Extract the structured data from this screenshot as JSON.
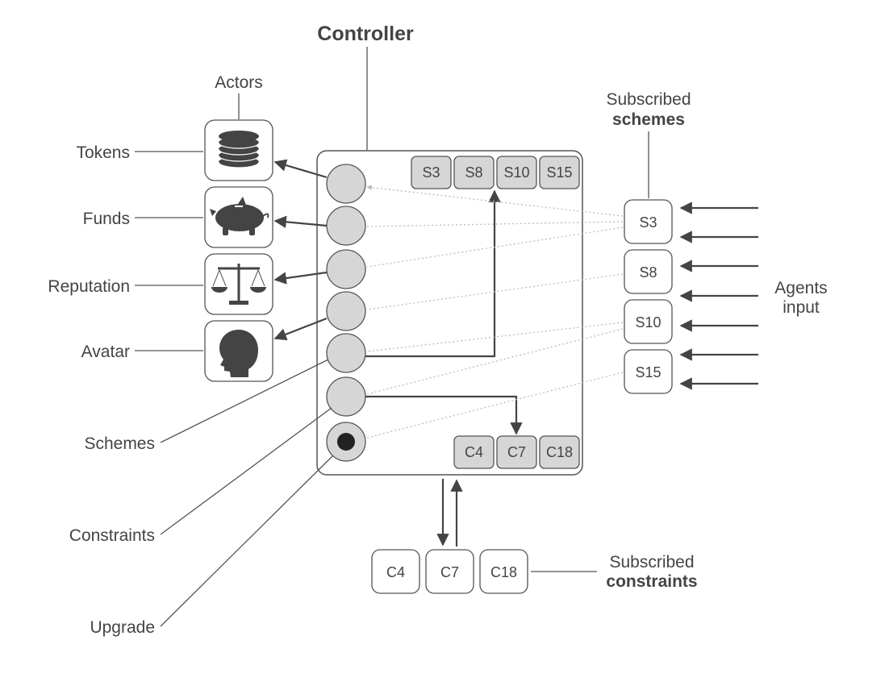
{
  "title": "Controller",
  "actors_label": "Actors",
  "actors": [
    {
      "label": "Tokens",
      "icon": "coins-stack-icon"
    },
    {
      "label": "Funds",
      "icon": "piggy-bank-icon"
    },
    {
      "label": "Reputation",
      "icon": "scales-icon"
    },
    {
      "label": "Avatar",
      "icon": "head-silhouette-icon"
    }
  ],
  "left_labels": {
    "schemes": "Schemes",
    "constraints": "Constraints",
    "upgrade": "Upgrade"
  },
  "controller_schemes": [
    "S3",
    "S8",
    "S10",
    "S15"
  ],
  "controller_constraints": [
    "C4",
    "C7",
    "C18"
  ],
  "subscribed_schemes": {
    "line1": "Subscribed",
    "line2": "schemes",
    "items": [
      "S3",
      "S8",
      "S10",
      "S15"
    ]
  },
  "agents_input": {
    "line1": "Agents",
    "line2": "input"
  },
  "subscribed_constraints": {
    "line1": "Subscribed",
    "line2": "constraints",
    "items": [
      "C4",
      "C7",
      "C18"
    ]
  },
  "colors": {
    "box_fill": "#d6d6d6",
    "stroke": "#555555",
    "text": "#444444"
  }
}
